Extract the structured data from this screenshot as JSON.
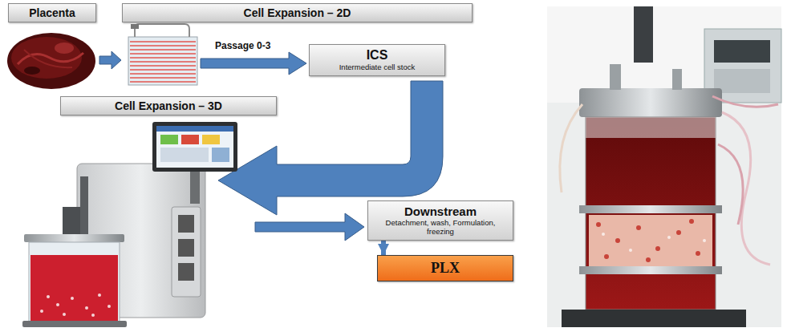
{
  "diagram": {
    "nodes": [
      {
        "text": [
          "Placenta"
        ]
      },
      {
        "text": [
          "Cell Expansion – 2D"
        ]
      },
      {
        "text": [
          "ICS",
          "Intermediate cell stock"
        ]
      },
      {
        "text": [
          "Cell Expansion – 3D"
        ]
      },
      {
        "text": [
          "Downstream",
          "Detachment, wash, Formulation, freezing"
        ]
      },
      {
        "text": [
          "PLX"
        ]
      }
    ],
    "edges": [
      {
        "from": 4,
        "to": 5,
        "arrow": "to"
      }
    ],
    "labels": [
      "Passage 0-3"
    ]
  }
}
